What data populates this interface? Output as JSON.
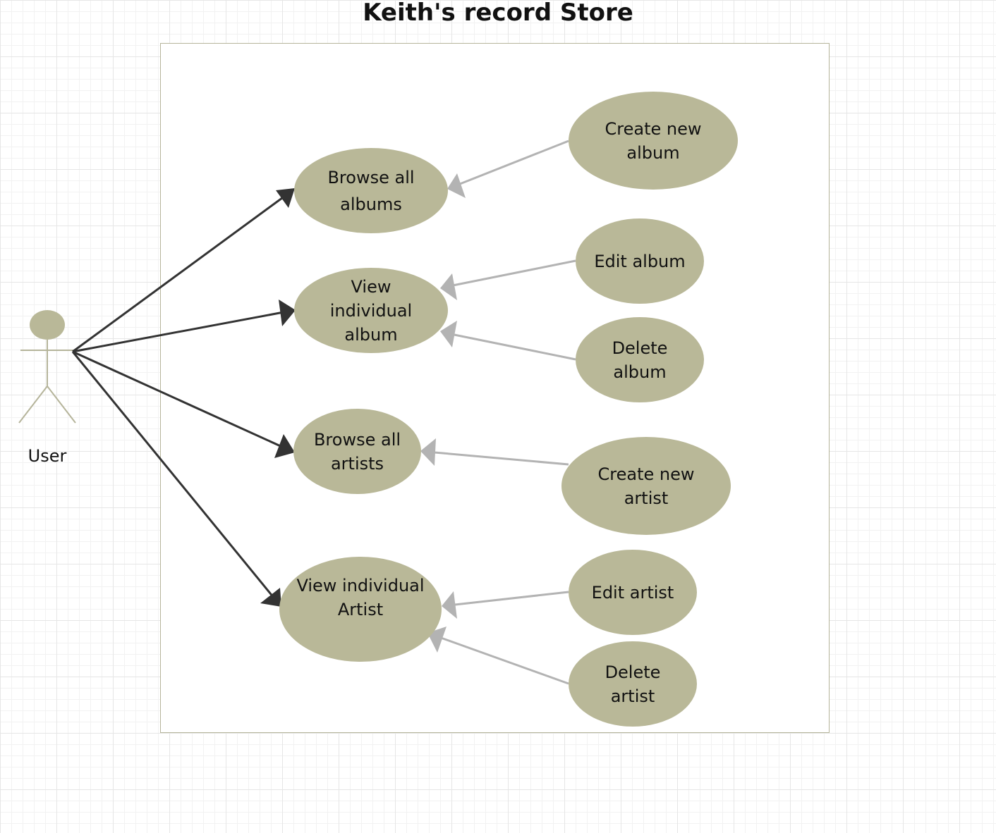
{
  "diagram": {
    "title": "Keith's record Store",
    "actor": {
      "label": "User"
    },
    "use_cases": {
      "browse_albums": "Browse  all\nalbums",
      "view_album": "View\nindividual\nalbum",
      "browse_artists": "Browse all\nartists",
      "view_artist": "View individual\nArtist",
      "create_album": "Create new\nalbum",
      "edit_album": "Edit album",
      "delete_album": "Delete\nalbum",
      "create_artist": "Create new\nartist",
      "edit_artist": "Edit artist",
      "delete_artist": "Delete\nartist"
    },
    "associations": [
      {
        "from": "actor",
        "to": "browse_albums"
      },
      {
        "from": "actor",
        "to": "view_album"
      },
      {
        "from": "actor",
        "to": "browse_artists"
      },
      {
        "from": "actor",
        "to": "view_artist"
      }
    ],
    "extends": [
      {
        "from": "create_album",
        "to": "browse_albums"
      },
      {
        "from": "edit_album",
        "to": "view_album"
      },
      {
        "from": "delete_album",
        "to": "view_album"
      },
      {
        "from": "create_artist",
        "to": "browse_artists"
      },
      {
        "from": "edit_artist",
        "to": "view_artist"
      },
      {
        "from": "delete_artist",
        "to": "view_artist"
      }
    ],
    "colors": {
      "use_case_fill": "#b9b898",
      "actor_stroke": "#b5b49a",
      "association_line": "#333333",
      "extend_line": "#b3b3b3",
      "text": "#111111"
    }
  }
}
